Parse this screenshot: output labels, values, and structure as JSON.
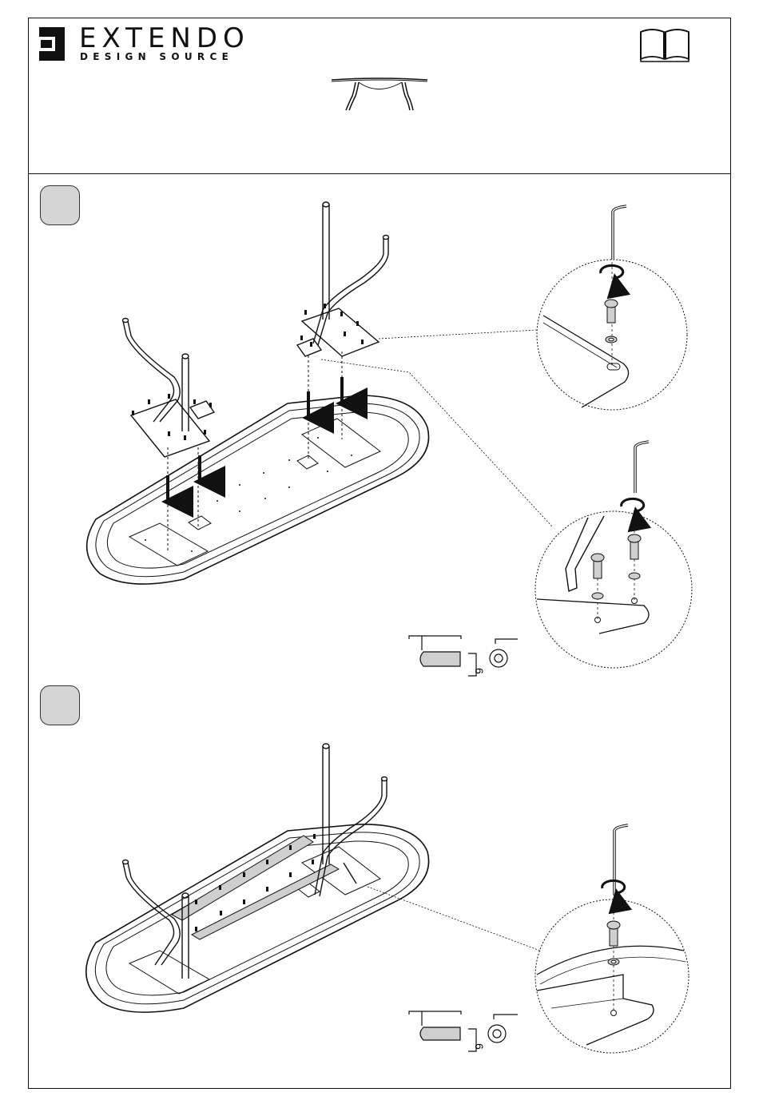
{
  "header": {
    "brand_name": "EXTENDO",
    "brand_tagline": "DESIGN SOURCE",
    "manual_icon": "open-book-icon"
  },
  "steps": [
    {
      "number": "",
      "screw_length_label": "6",
      "tool": "hex-key-icon"
    },
    {
      "number": "",
      "screw_length_label": "6",
      "tool": "hex-key-icon"
    }
  ],
  "colors": {
    "line": "#111111",
    "badge_fill": "#d5d5d5",
    "highlight": "#cfcfcf"
  }
}
